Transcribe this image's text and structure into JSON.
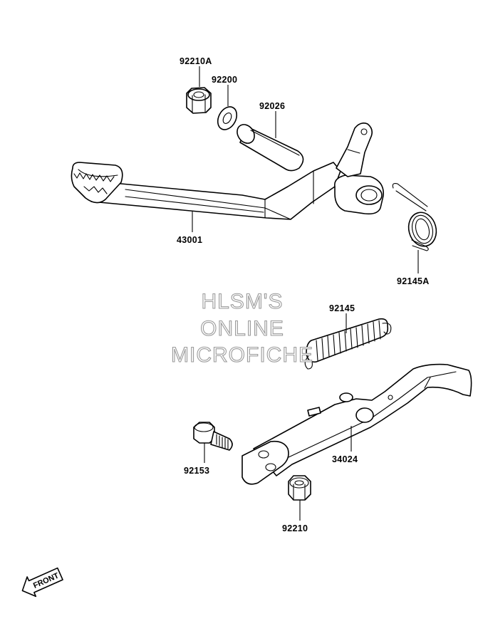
{
  "diagram": {
    "part_labels": {
      "p92210A": "92210A",
      "p92200": "92200",
      "p92026": "92026",
      "p43001": "43001",
      "p92145A": "92145A",
      "p92145": "92145",
      "p92153": "92153",
      "p34024": "34024",
      "p92210": "92210"
    },
    "watermark": {
      "line1": "HLSM'S",
      "line2": "ONLINE",
      "line3": "MICROFICHE"
    },
    "front_arrow": {
      "label": "FRONT"
    }
  }
}
